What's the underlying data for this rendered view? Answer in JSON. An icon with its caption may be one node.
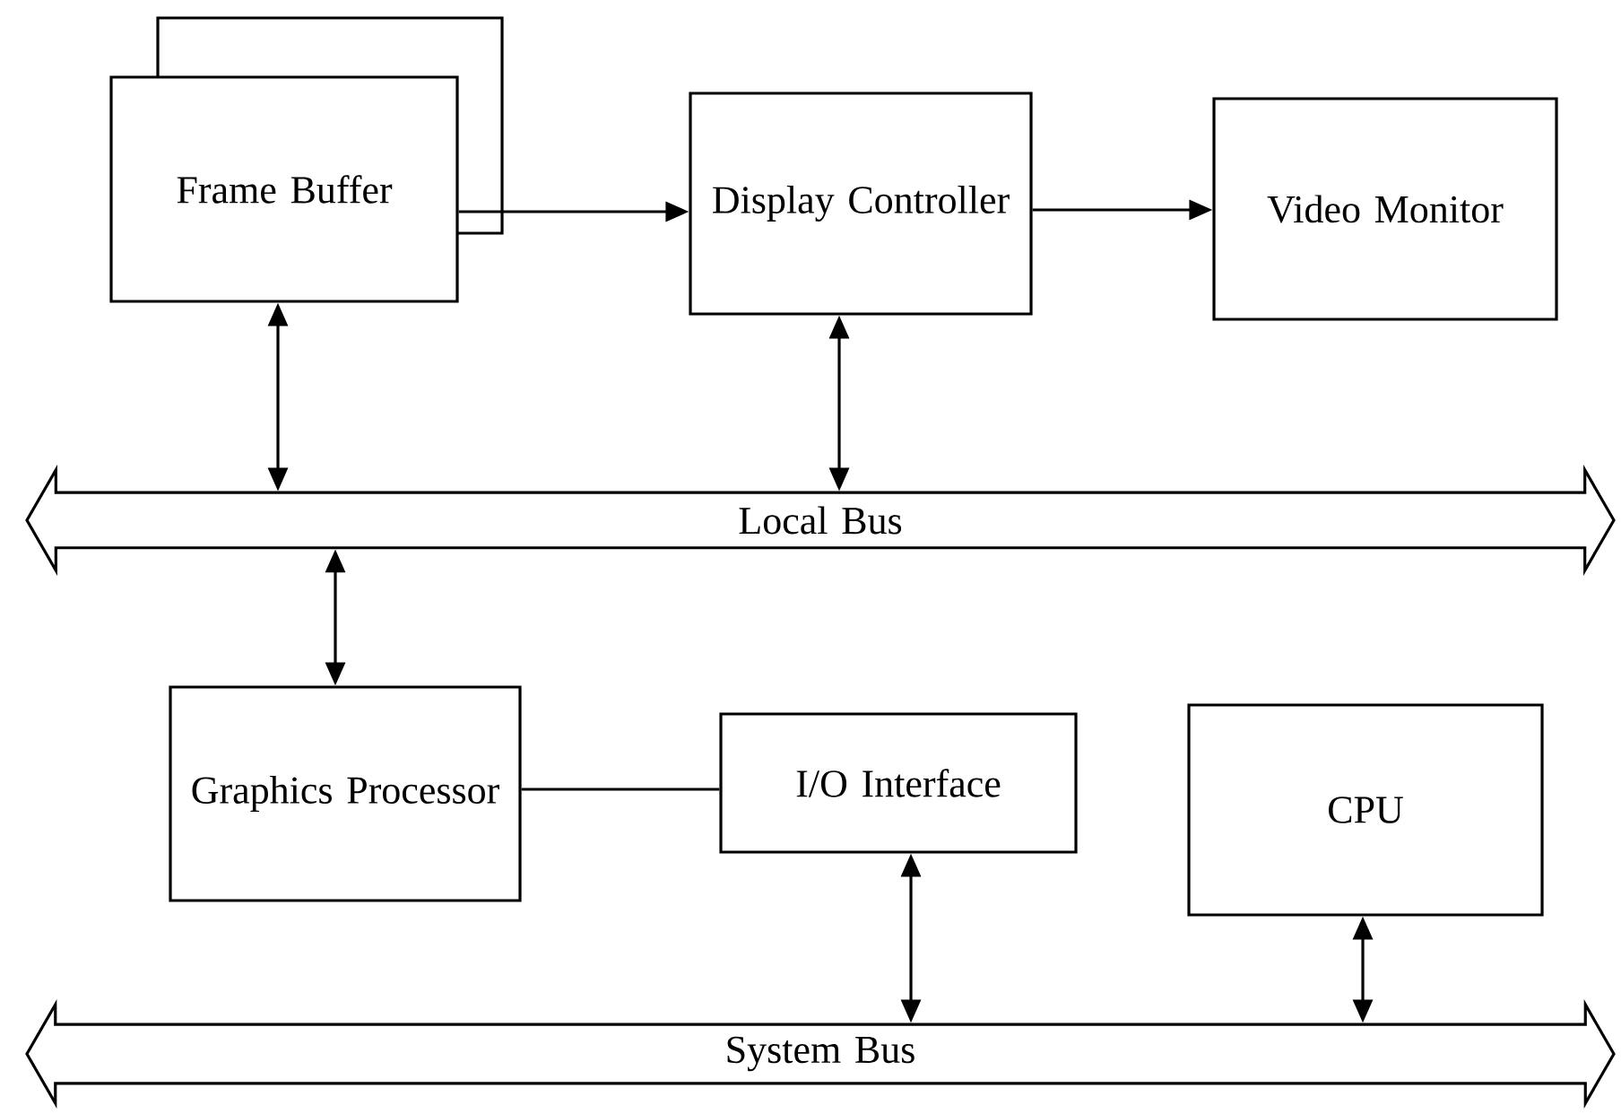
{
  "diagram": {
    "nodes": [
      {
        "text": [
          "Frame Buffer"
        ]
      },
      {
        "text": [
          "Display Controller"
        ]
      },
      {
        "text": [
          "Video Monitor"
        ]
      },
      {
        "text": [
          "Local Bus"
        ]
      },
      {
        "text": [
          "Graphics Processor"
        ]
      },
      {
        "text": [
          "I/O Interface"
        ]
      },
      {
        "text": [
          "CPU"
        ]
      },
      {
        "text": [
          "System Bus"
        ]
      }
    ],
    "edges": [
      {
        "from": 0,
        "to": 1,
        "arrow": "to"
      },
      {
        "from": 1,
        "to": 2,
        "arrow": "to"
      },
      {
        "from": 0,
        "to": 3,
        "arrow": "both"
      },
      {
        "from": 1,
        "to": 3,
        "arrow": "both"
      },
      {
        "from": 3,
        "to": 4,
        "arrow": "both"
      },
      {
        "from": 4,
        "to": 5,
        "arrow": "none"
      },
      {
        "from": 5,
        "to": 7,
        "arrow": "both"
      },
      {
        "from": 6,
        "to": 7,
        "arrow": "both"
      }
    ]
  }
}
